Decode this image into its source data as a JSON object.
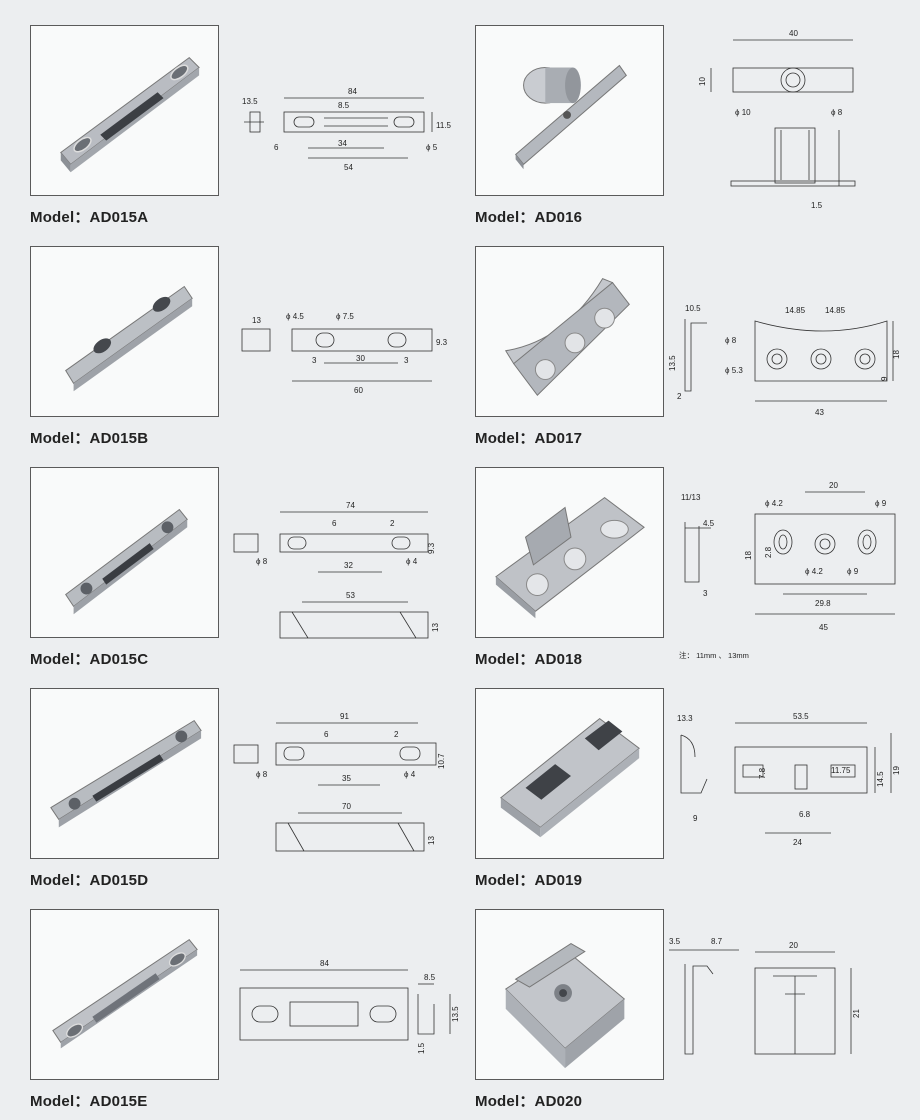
{
  "catalog": {
    "items": [
      {
        "model": "Model：AD015A",
        "dims": {
          "len_total": "84",
          "center": "8.5",
          "height_side": "13.5",
          "height": "11.5",
          "left_off": "6",
          "inner": "34",
          "slot_span": "54",
          "hole": "ϕ 5"
        }
      },
      {
        "model": "Model：AD016",
        "dims": {
          "width": "40",
          "height": "10",
          "hole_outer": "ϕ 10",
          "hole_inner": "ϕ 8",
          "plate": "1.5"
        }
      },
      {
        "model": "Model：AD015B",
        "dims": {
          "side_w": "13",
          "hole_small": "ϕ 4.5",
          "hole_big": "ϕ 7.5",
          "height": "9.3",
          "off_left": "3",
          "center": "30",
          "off_right": "3",
          "total": "60"
        }
      },
      {
        "model": "Model：AD017",
        "dims": {
          "top_w": "10.5",
          "hole_outer": "ϕ 8",
          "span_left": "14.85",
          "span_right": "14.85",
          "height": "13.5",
          "hole_inner": "ϕ 5.3",
          "overall_h": "18",
          "edge_h": "9",
          "plate": "2",
          "total": "43"
        }
      },
      {
        "model": "Model：AD015C",
        "dims": {
          "total": "74",
          "center": "6",
          "edge": "2",
          "height": "9.3",
          "hole_big": "ϕ 8",
          "inner": "32",
          "hole_small": "ϕ 4",
          "side_span": "53",
          "side_h": "13"
        }
      },
      {
        "model": "Model：AD018",
        "dims": {
          "thick": "11/13",
          "lip": "4.5",
          "hole_a": "ϕ 4.2",
          "gap": "20",
          "hole_b": "ϕ 9",
          "overall_h": "18",
          "slot_h": "2.8",
          "hole_c": "ϕ 4.2",
          "hole_d": "ϕ 9",
          "base": "3",
          "span": "29.8",
          "total": "45",
          "note": "注： 11mm 、 13mm"
        }
      },
      {
        "model": "Model：AD015D",
        "dims": {
          "total": "91",
          "center": "6",
          "edge": "2",
          "height": "10.7",
          "hole_big": "ϕ 8",
          "inner": "35",
          "hole_small": "ϕ 4",
          "side_span": "70",
          "side_h": "13"
        }
      },
      {
        "model": "Model：AD019",
        "dims": {
          "side_w": "13.3",
          "total": "53.5",
          "win_h": "7.8",
          "win_w": "11.75",
          "inner_h": "14.5",
          "overall_h": "19",
          "hole_w": "6.8",
          "base": "9",
          "span": "24"
        }
      },
      {
        "model": "Model：AD015E",
        "dims": {
          "total": "84",
          "side_w": "8.5",
          "side_h": "13.5",
          "plate": "1.5"
        }
      },
      {
        "model": "Model：AD020",
        "dims": {
          "lip": "3.5",
          "depth": "8.7",
          "width": "20",
          "height": "21"
        }
      }
    ]
  }
}
